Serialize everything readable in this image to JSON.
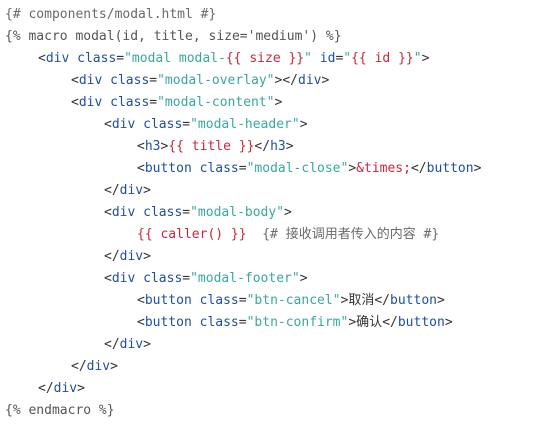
{
  "code_lines": [
    {
      "indent": 0,
      "tokens": [
        {
          "t": "cmt",
          "v": "{# components/modal.html #}"
        }
      ]
    },
    {
      "indent": 0,
      "tokens": [
        {
          "t": "dlm",
          "v": "{% macro modal(id, title, size='medium') %}"
        }
      ]
    },
    {
      "indent": 1,
      "tokens": [
        {
          "t": "punc",
          "v": "<"
        },
        {
          "t": "tag",
          "v": "div"
        },
        {
          "t": "punc",
          "v": " "
        },
        {
          "t": "attr",
          "v": "class"
        },
        {
          "t": "punc",
          "v": "="
        },
        {
          "t": "str",
          "v": "\"modal modal-"
        },
        {
          "t": "expr",
          "v": "{{ size }}"
        },
        {
          "t": "str",
          "v": "\""
        },
        {
          "t": "punc",
          "v": " "
        },
        {
          "t": "attr",
          "v": "id"
        },
        {
          "t": "punc",
          "v": "="
        },
        {
          "t": "str",
          "v": "\""
        },
        {
          "t": "expr",
          "v": "{{ id }}"
        },
        {
          "t": "str",
          "v": "\""
        },
        {
          "t": "punc",
          "v": ">"
        }
      ]
    },
    {
      "indent": 2,
      "tokens": [
        {
          "t": "punc",
          "v": "<"
        },
        {
          "t": "tag",
          "v": "div"
        },
        {
          "t": "punc",
          "v": " "
        },
        {
          "t": "attr",
          "v": "class"
        },
        {
          "t": "punc",
          "v": "="
        },
        {
          "t": "str",
          "v": "\"modal-overlay\""
        },
        {
          "t": "punc",
          "v": "></"
        },
        {
          "t": "tag",
          "v": "div"
        },
        {
          "t": "punc",
          "v": ">"
        }
      ]
    },
    {
      "indent": 2,
      "tokens": [
        {
          "t": "punc",
          "v": "<"
        },
        {
          "t": "tag",
          "v": "div"
        },
        {
          "t": "punc",
          "v": " "
        },
        {
          "t": "attr",
          "v": "class"
        },
        {
          "t": "punc",
          "v": "="
        },
        {
          "t": "str",
          "v": "\"modal-content\""
        },
        {
          "t": "punc",
          "v": ">"
        }
      ]
    },
    {
      "indent": 3,
      "tokens": [
        {
          "t": "punc",
          "v": "<"
        },
        {
          "t": "tag",
          "v": "div"
        },
        {
          "t": "punc",
          "v": " "
        },
        {
          "t": "attr",
          "v": "class"
        },
        {
          "t": "punc",
          "v": "="
        },
        {
          "t": "str",
          "v": "\"modal-header\""
        },
        {
          "t": "punc",
          "v": ">"
        }
      ]
    },
    {
      "indent": 4,
      "tokens": [
        {
          "t": "punc",
          "v": "<"
        },
        {
          "t": "tag",
          "v": "h3"
        },
        {
          "t": "punc",
          "v": ">"
        },
        {
          "t": "expr",
          "v": "{{ title }}"
        },
        {
          "t": "punc",
          "v": "</"
        },
        {
          "t": "tag",
          "v": "h3"
        },
        {
          "t": "punc",
          "v": ">"
        }
      ]
    },
    {
      "indent": 4,
      "tokens": [
        {
          "t": "punc",
          "v": "<"
        },
        {
          "t": "tag",
          "v": "button"
        },
        {
          "t": "punc",
          "v": " "
        },
        {
          "t": "attr",
          "v": "class"
        },
        {
          "t": "punc",
          "v": "="
        },
        {
          "t": "str",
          "v": "\"modal-close\""
        },
        {
          "t": "punc",
          "v": ">"
        },
        {
          "t": "ent",
          "v": "&times;"
        },
        {
          "t": "punc",
          "v": "</"
        },
        {
          "t": "tag",
          "v": "button"
        },
        {
          "t": "punc",
          "v": ">"
        }
      ]
    },
    {
      "indent": 3,
      "tokens": [
        {
          "t": "punc",
          "v": "</"
        },
        {
          "t": "tag",
          "v": "div"
        },
        {
          "t": "punc",
          "v": ">"
        }
      ]
    },
    {
      "indent": 3,
      "tokens": [
        {
          "t": "punc",
          "v": "<"
        },
        {
          "t": "tag",
          "v": "div"
        },
        {
          "t": "punc",
          "v": " "
        },
        {
          "t": "attr",
          "v": "class"
        },
        {
          "t": "punc",
          "v": "="
        },
        {
          "t": "str",
          "v": "\"modal-body\""
        },
        {
          "t": "punc",
          "v": ">"
        }
      ]
    },
    {
      "indent": 4,
      "tokens": [
        {
          "t": "expr",
          "v": "{{ caller() }}"
        },
        {
          "t": "punc",
          "v": "  "
        },
        {
          "t": "cmt",
          "v": "{# 接收调用者传入的内容 #}"
        }
      ]
    },
    {
      "indent": 3,
      "tokens": [
        {
          "t": "punc",
          "v": "</"
        },
        {
          "t": "tag",
          "v": "div"
        },
        {
          "t": "punc",
          "v": ">"
        }
      ]
    },
    {
      "indent": 3,
      "tokens": [
        {
          "t": "punc",
          "v": "<"
        },
        {
          "t": "tag",
          "v": "div"
        },
        {
          "t": "punc",
          "v": " "
        },
        {
          "t": "attr",
          "v": "class"
        },
        {
          "t": "punc",
          "v": "="
        },
        {
          "t": "str",
          "v": "\"modal-footer\""
        },
        {
          "t": "punc",
          "v": ">"
        }
      ]
    },
    {
      "indent": 4,
      "tokens": [
        {
          "t": "punc",
          "v": "<"
        },
        {
          "t": "tag",
          "v": "button"
        },
        {
          "t": "punc",
          "v": " "
        },
        {
          "t": "attr",
          "v": "class"
        },
        {
          "t": "punc",
          "v": "="
        },
        {
          "t": "str",
          "v": "\"btn-cancel\""
        },
        {
          "t": "punc",
          "v": ">"
        },
        {
          "t": "txt",
          "v": "取消"
        },
        {
          "t": "punc",
          "v": "</"
        },
        {
          "t": "tag",
          "v": "button"
        },
        {
          "t": "punc",
          "v": ">"
        }
      ]
    },
    {
      "indent": 4,
      "tokens": [
        {
          "t": "punc",
          "v": "<"
        },
        {
          "t": "tag",
          "v": "button"
        },
        {
          "t": "punc",
          "v": " "
        },
        {
          "t": "attr",
          "v": "class"
        },
        {
          "t": "punc",
          "v": "="
        },
        {
          "t": "str",
          "v": "\"btn-confirm\""
        },
        {
          "t": "punc",
          "v": ">"
        },
        {
          "t": "txt",
          "v": "确认"
        },
        {
          "t": "punc",
          "v": "</"
        },
        {
          "t": "tag",
          "v": "button"
        },
        {
          "t": "punc",
          "v": ">"
        }
      ]
    },
    {
      "indent": 3,
      "tokens": [
        {
          "t": "punc",
          "v": "</"
        },
        {
          "t": "tag",
          "v": "div"
        },
        {
          "t": "punc",
          "v": ">"
        }
      ]
    },
    {
      "indent": 2,
      "tokens": [
        {
          "t": "punc",
          "v": "</"
        },
        {
          "t": "tag",
          "v": "div"
        },
        {
          "t": "punc",
          "v": ">"
        }
      ]
    },
    {
      "indent": 1,
      "tokens": [
        {
          "t": "punc",
          "v": "</"
        },
        {
          "t": "tag",
          "v": "div"
        },
        {
          "t": "punc",
          "v": ">"
        }
      ]
    },
    {
      "indent": 0,
      "tokens": [
        {
          "t": "dlm",
          "v": "{% endmacro %}"
        }
      ]
    }
  ]
}
